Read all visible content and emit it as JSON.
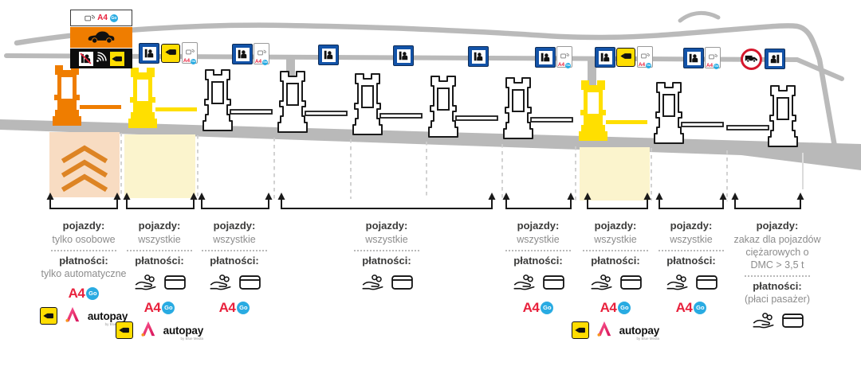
{
  "colors": {
    "gate_orange": "#ef7d00",
    "gate_yellow": "#ffdf00",
    "lane_tint_orange": "#f8dcc2",
    "lane_tint_yellow": "#fbf4cd",
    "road_gray": "#b9b9b9",
    "sign_blue": "#1353a8",
    "a4_red": "#e8213c",
    "go_blue": "#29abe2",
    "camera_yellow": "#ffdd00",
    "no_entry_red": "#d5172c",
    "label_dark": "#3b3b3a",
    "value_gray": "#8c8c8c"
  },
  "brand": {
    "a4": "A4",
    "go": "Go",
    "autopay": "autopay",
    "autopay_by": "by Blue Media"
  },
  "gantry": {
    "lane1_board_icons": [
      "transponder-icon",
      "a4go-logo",
      "car-icon",
      "no-toll-collector-icon",
      "radio-waves-icon",
      "camera-icon"
    ],
    "sign_groups": [
      {
        "lane": 2,
        "signs": [
          "toll-collector-sign",
          "camera-sign",
          "a4go-mini-sign"
        ]
      },
      {
        "lane": 3,
        "signs": [
          "toll-collector-sign",
          "a4go-mini-sign"
        ]
      },
      {
        "lane": 4,
        "signs": [
          "toll-collector-sign"
        ]
      },
      {
        "lane": 5,
        "signs": [
          "toll-collector-sign"
        ]
      },
      {
        "lane": 6,
        "signs": [
          "toll-collector-sign"
        ]
      },
      {
        "lane": 7,
        "signs": [
          "toll-collector-sign",
          "a4go-mini-sign"
        ]
      },
      {
        "lane": 8,
        "signs": [
          "toll-collector-sign",
          "camera-sign",
          "a4go-mini-sign"
        ]
      },
      {
        "lane": 9,
        "signs": [
          "toll-collector-sign",
          "a4go-mini-sign"
        ]
      },
      {
        "lane": 10,
        "signs": [
          "no-trucks-sign",
          "toll-collector-sign"
        ]
      }
    ]
  },
  "gates": [
    {
      "lane": 1,
      "color": "#ef7d00"
    },
    {
      "lane": 2,
      "color": "#ffdf00"
    },
    {
      "lane": 3,
      "color": "#ffffff"
    },
    {
      "lane": 4,
      "color": "#ffffff"
    },
    {
      "lane": 5,
      "color": "#ffffff"
    },
    {
      "lane": 6,
      "color": "#ffffff"
    },
    {
      "lane": 7,
      "color": "#ffffff"
    },
    {
      "lane": 8,
      "color": "#ffdf00"
    },
    {
      "lane": 9,
      "color": "#ffffff"
    },
    {
      "lane": 10,
      "color": "#ffffff"
    }
  ],
  "lanes": [
    {
      "vehicles_label": "pojazdy:",
      "vehicles": "tylko osobowe",
      "payments_label": "płatności:",
      "payments": "tylko automatyczne",
      "payment_icons": [
        "a4go-logo",
        "camera-icon",
        "autopay-logo"
      ]
    },
    {
      "vehicles_label": "pojazdy:",
      "vehicles": "wszystkie",
      "payments_label": "płatności:",
      "payment_icons": [
        "cash-icon",
        "card-icon",
        "a4go-logo",
        "camera-icon",
        "autopay-logo"
      ]
    },
    {
      "vehicles_label": "pojazdy:",
      "vehicles": "wszystkie",
      "payments_label": "płatności:",
      "payment_icons": [
        "cash-icon",
        "card-icon",
        "a4go-logo"
      ]
    },
    {
      "vehicles_label": "pojazdy:",
      "vehicles": "wszystkie",
      "payments_label": "płatności:",
      "payment_icons": [
        "cash-icon",
        "card-icon"
      ]
    },
    {
      "vehicles_label": "pojazdy:",
      "vehicles": "wszystkie",
      "payments_label": "płatności:",
      "payment_icons": [
        "cash-icon",
        "card-icon",
        "a4go-logo"
      ]
    },
    {
      "vehicles_label": "pojazdy:",
      "vehicles": "wszystkie",
      "payments_label": "płatności:",
      "payment_icons": [
        "cash-icon",
        "card-icon",
        "a4go-logo",
        "camera-icon",
        "autopay-logo"
      ]
    },
    {
      "vehicles_label": "pojazdy:",
      "vehicles": "wszystkie",
      "payments_label": "płatności:",
      "payment_icons": [
        "cash-icon",
        "card-icon",
        "a4go-logo"
      ]
    },
    {
      "vehicles_label": "pojazdy:",
      "vehicles": "zakaz dla pojazdów ciężarowych o DMC > 3,5 t",
      "payments_label": "płatności:",
      "payments": "(płaci pasażer)",
      "payment_icons": [
        "cash-icon",
        "card-icon"
      ]
    }
  ]
}
